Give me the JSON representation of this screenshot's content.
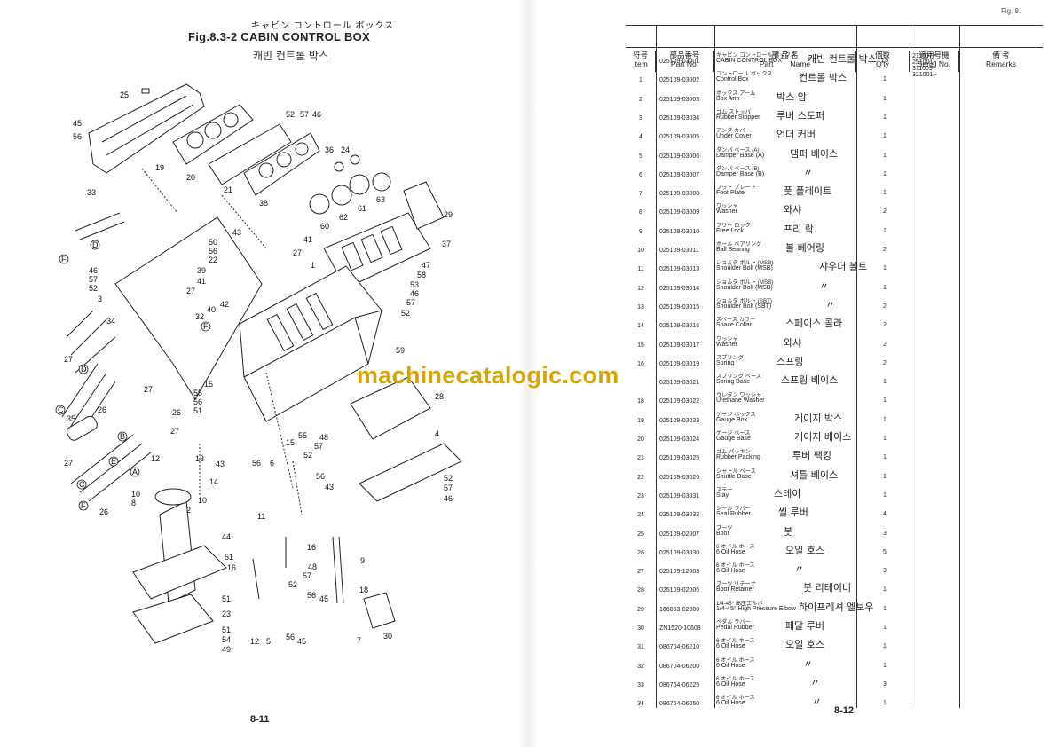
{
  "left_page": {
    "fig_jp": "キャビン コントロール ボックス",
    "fig_title": "Fig.8.3-2  CABIN CONTROL BOX",
    "fig_handwritten": "캐빈 컨트롤 박스",
    "page_number": "8-11",
    "callouts": [
      "1",
      "2",
      "3",
      "4",
      "5",
      "6",
      "7",
      "8",
      "9",
      "10",
      "11",
      "12",
      "13",
      "14",
      "15",
      "16",
      "18",
      "19",
      "20",
      "21",
      "22",
      "23",
      "24",
      "25",
      "26",
      "27",
      "28",
      "29",
      "30",
      "32",
      "33",
      "34",
      "35",
      "36",
      "37",
      "38",
      "39",
      "40",
      "41",
      "42",
      "43",
      "44",
      "45",
      "46",
      "47",
      "48",
      "49",
      "50",
      "51",
      "52",
      "53",
      "54",
      "55",
      "56",
      "57",
      "58",
      "59",
      "60",
      "61",
      "62",
      "63"
    ],
    "circle_labels": [
      "A",
      "B",
      "C",
      "D",
      "E",
      "F"
    ]
  },
  "right_page": {
    "top_mark": "Fig. 8.",
    "headers": {
      "item_jp": "符号",
      "item": "Item",
      "part_no_jp": "部品番号",
      "part_no": "Part No.",
      "part_name_jp": "部 品 名",
      "part": "Part",
      "name": "Name",
      "qty_jp": "個数",
      "qty": "Q'ty",
      "serial_jp": "適用号機",
      "serial": "Serial No.",
      "remarks_jp": "備 考",
      "remarks": "Remarks"
    },
    "serials": [
      "211007~",
      "251001~",
      "311009~",
      "321001~"
    ],
    "rows": [
      {
        "item": "",
        "part_no": "025109-03001",
        "jp": "キャビン コントロール ボックス",
        "name": "CABIN CONTROL BOX",
        "hand": "캐빈 컨트롤 박스",
        "qty": "1S"
      },
      {
        "item": "1",
        "part_no": "025109-03002",
        "jp": "コントロール ボックス",
        "name": "Control Box",
        "hand": "컨트롤 박스",
        "qty": "1"
      },
      {
        "item": "2",
        "part_no": "025109-03003",
        "jp": "ボックス アーム",
        "name": "Box Arm",
        "hand": "박스 암",
        "qty": "1"
      },
      {
        "item": "3",
        "part_no": "025109-03034",
        "jp": "ゴム ストッパ",
        "name": "Rubber Stopper",
        "hand": "루버 스토퍼",
        "qty": "1"
      },
      {
        "item": "4",
        "part_no": "025109-03005",
        "jp": "アンダ カバー",
        "name": "Under Cover",
        "hand": "언더 커버",
        "qty": "1"
      },
      {
        "item": "5",
        "part_no": "025109-03006",
        "jp": "ダンパ ベース (A)",
        "name": "Damper Base (A)",
        "hand": "댐퍼 베이스",
        "qty": "1"
      },
      {
        "item": "6",
        "part_no": "025109-03007",
        "jp": "ダンパ ベース (B)",
        "name": "Damper Base (B)",
        "hand": "〃",
        "qty": "1"
      },
      {
        "item": "7",
        "part_no": "025109-03008",
        "jp": "フット プレート",
        "name": "Foot Plate",
        "hand": "풋 플레이트",
        "qty": "1"
      },
      {
        "item": "8",
        "part_no": "025109-03009",
        "jp": "ワッシャ",
        "name": "Washer",
        "hand": "와샤",
        "qty": "2"
      },
      {
        "item": "9",
        "part_no": "025109-03010",
        "jp": "フリー ロック",
        "name": "Free Lock",
        "hand": "프리 락",
        "qty": "1"
      },
      {
        "item": "10",
        "part_no": "025109-03011",
        "jp": "ボール ベアリング",
        "name": "Ball Bearing",
        "hand": "볼 베어링",
        "qty": "2"
      },
      {
        "item": "11",
        "part_no": "025109-03013",
        "jp": "ショルダ ボルト (MSB)",
        "name": "Shoulder Bolt (MSB)",
        "hand": "샤우더 볼트",
        "qty": "1"
      },
      {
        "item": "12",
        "part_no": "025109-03014",
        "jp": "ショルダ ボルト (MSB)",
        "name": "Shoulder Bolt (MSB)",
        "hand": "〃",
        "qty": "1"
      },
      {
        "item": "13",
        "part_no": "025109-03015",
        "jp": "ショルダ ボルト (SBT)",
        "name": "Shoulder Bolt (SBT)",
        "hand": "〃",
        "qty": "2"
      },
      {
        "item": "14",
        "part_no": "025109-03016",
        "jp": "スペース カラー",
        "name": "Space Collar",
        "hand": "스페이스 콜라",
        "qty": "2"
      },
      {
        "item": "15",
        "part_no": "025109-03017",
        "jp": "ワッシャ",
        "name": "Washer",
        "hand": "와샤",
        "qty": "2"
      },
      {
        "item": "16",
        "part_no": "025109-03019",
        "jp": "スプリング",
        "name": "Spring",
        "hand": "스프링",
        "qty": "2"
      },
      {
        "item": "",
        "part_no": "025109-03021",
        "jp": "スプリング ベース",
        "name": "Spring Base",
        "hand": "스프링 베이스",
        "qty": "1"
      },
      {
        "item": "18",
        "part_no": "025109-03022",
        "jp": "ウレタン ワッシャ",
        "name": "Urethane Washer",
        "hand": "",
        "qty": "1"
      },
      {
        "item": "19",
        "part_no": "025109-03033",
        "jp": "ゲージ ボックス",
        "name": "Gauge Box",
        "hand": "게이지 박스",
        "qty": "1"
      },
      {
        "item": "20",
        "part_no": "025109-03024",
        "jp": "ゲージ ベース",
        "name": "Gauge Base",
        "hand": "게이지 베이스",
        "qty": "1"
      },
      {
        "item": "21",
        "part_no": "025109-03025",
        "jp": "ゴム パッキン",
        "name": "Rubber Packing",
        "hand": "루버 팩킹",
        "qty": "1"
      },
      {
        "item": "22",
        "part_no": "025109-03026",
        "jp": "シャトル ベース",
        "name": "Shuttle Base",
        "hand": "셔틀 베이스",
        "qty": "1"
      },
      {
        "item": "23",
        "part_no": "025109-03031",
        "jp": "ステー",
        "name": "Stay",
        "hand": "스테이",
        "qty": "1"
      },
      {
        "item": "24",
        "part_no": "025109-03032",
        "jp": "シール ラバー",
        "name": "Seal Rubber",
        "hand": "씰 루버",
        "qty": "4"
      },
      {
        "item": "25",
        "part_no": "025109-02007",
        "jp": "ブーツ",
        "name": "Boot",
        "hand": "붓",
        "qty": "3"
      },
      {
        "item": "26",
        "part_no": "025109-03030",
        "jp": "6 オイル ホース",
        "name": "6 Oil Hose",
        "hand": "오일 호스",
        "qty": "5"
      },
      {
        "item": "27",
        "part_no": "025109-12003",
        "jp": "6 オイル ホース",
        "name": "6 Oil Hose",
        "hand": "〃",
        "qty": "3"
      },
      {
        "item": "28",
        "part_no": "025109-02006",
        "jp": "ブーツ リテーナ",
        "name": "Boot Retainer",
        "hand": "붓 리테이너",
        "qty": "1"
      },
      {
        "item": "29",
        "part_no": "166053-02000",
        "jp": "1/4-45° 高圧エルボ",
        "name": "1/4-45° High Pressure Elbow",
        "hand": "하이프레셔 엘보우",
        "qty": "1"
      },
      {
        "item": "30",
        "part_no": "ZN1520-10608",
        "jp": "ペダル ラバー",
        "name": "Pedal Rubber",
        "hand": "페달 루버",
        "qty": "1"
      },
      {
        "item": "31",
        "part_no": "086704-06210",
        "jp": "6 オイル ホース",
        "name": "6 Oil Hose",
        "hand": "오일 호스",
        "qty": "1"
      },
      {
        "item": "32",
        "part_no": "086704-06200",
        "jp": "6 オイル ホース",
        "name": "6 Oil Hose",
        "hand": "〃",
        "qty": "1"
      },
      {
        "item": "33",
        "part_no": "086764-06225",
        "jp": "6 オイル ホース",
        "name": "6 Oil Hose",
        "hand": "〃",
        "qty": "3"
      },
      {
        "item": "34",
        "part_no": "086764-06050",
        "jp": "6 オイル ホース",
        "name": "6 Oil Hose",
        "hand": "〃",
        "qty": "1"
      }
    ],
    "page_number": "8-12"
  },
  "watermark": "machinecatalogic.com"
}
